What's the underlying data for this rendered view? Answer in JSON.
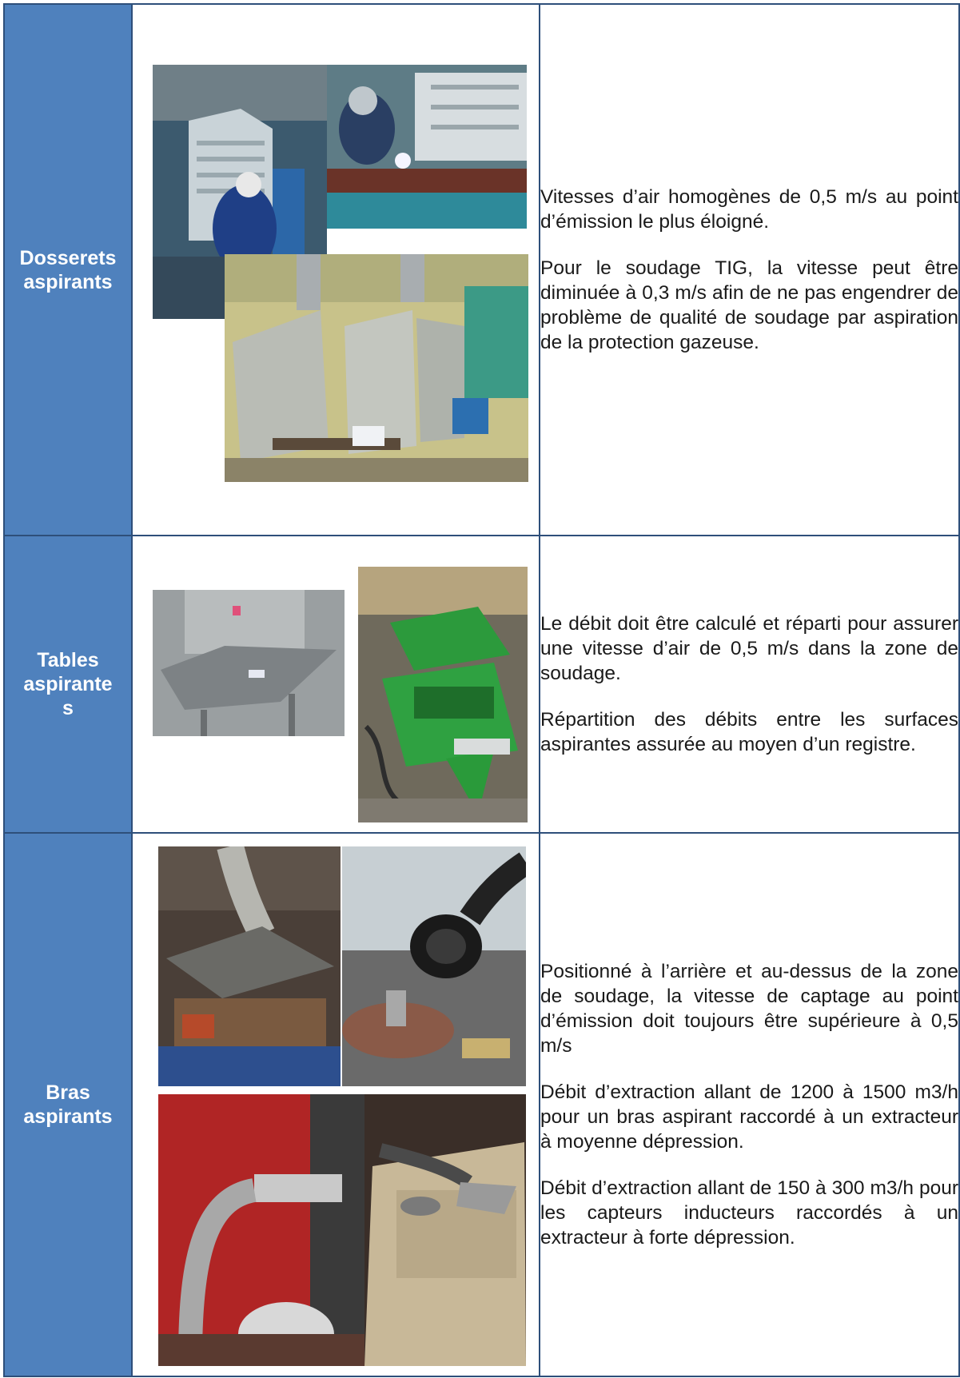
{
  "rows": [
    {
      "label_lines": [
        "Dosserets",
        "aspirants"
      ],
      "paragraphs": [
        "Vitesses d’air homogènes de 0,5 m/s au point d’émission le plus éloigné.",
        "Pour le soudage TIG, la vitesse peut être diminuée à 0,3 m/s afin de ne pas engendrer de problème de qualité de soudage par aspiration de la protection gazeuse."
      ]
    },
    {
      "label_lines": [
        "Tables",
        "aspirante",
        "s"
      ],
      "paragraphs": [
        "Le débit doit être calculé et réparti pour assurer une vitesse d’air de 0,5 m/s dans la zone de soudage.",
        "Répartition des débits entre les surfaces aspirantes assurée au moyen d’un registre."
      ]
    },
    {
      "label_lines": [
        "Bras",
        "aspirants"
      ],
      "paragraphs": [
        "Positionné à l’arrière et au-dessus de la zone de soudage, la vitesse de captage au point d’émission doit toujours être supérieure à 0,5 m/s",
        "Débit d’extraction allant de 1200 à 1500 m3/h pour un bras aspirant raccordé à un extracteur à moyenne dépression.",
        "Débit d’extraction allant de 150 à 300 m3/h pour les capteurs inducteurs raccordés à un extracteur à forte dépression."
      ]
    }
  ]
}
